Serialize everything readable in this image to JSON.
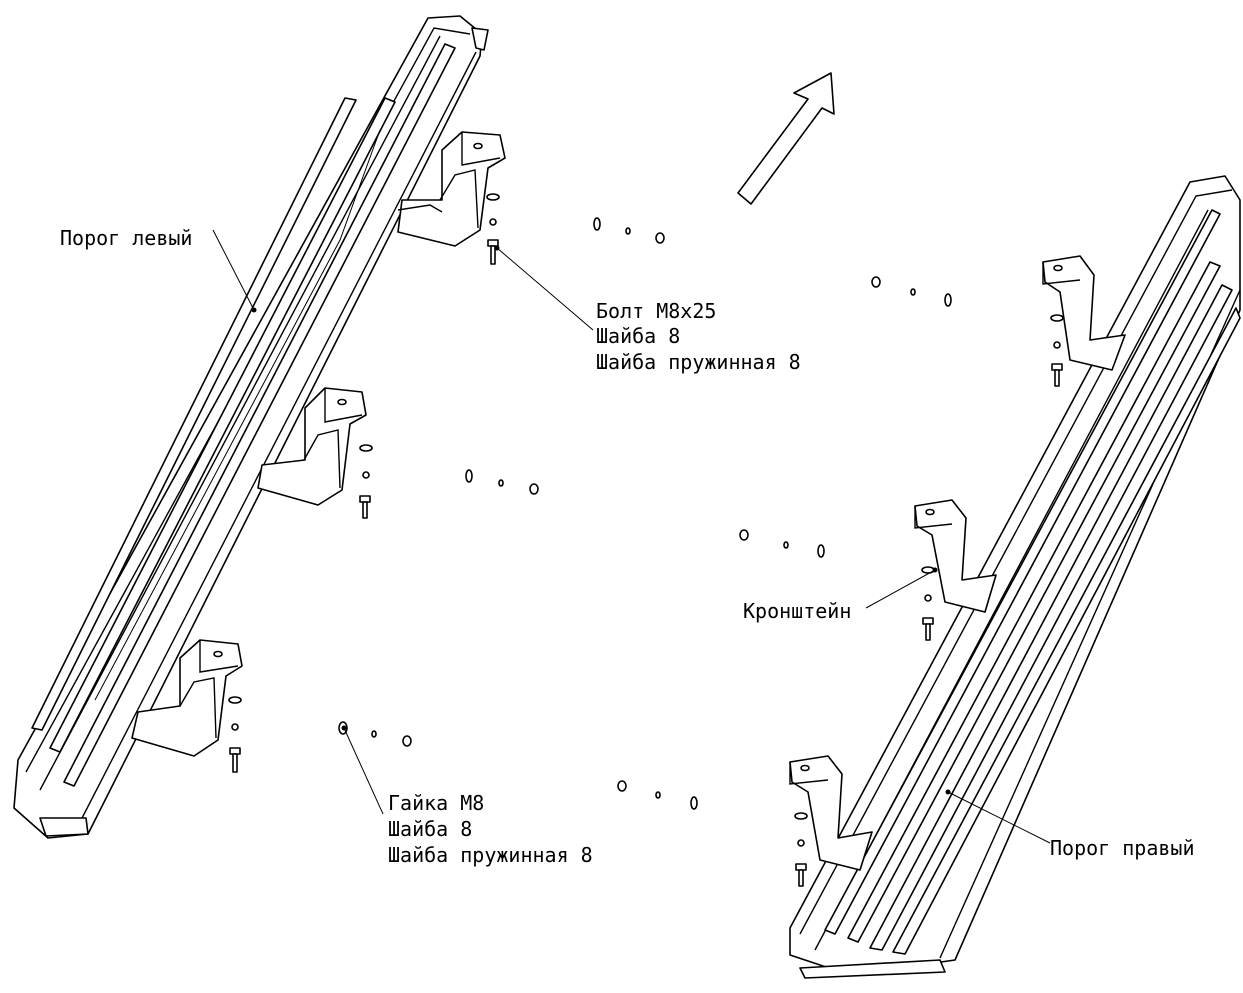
{
  "labels": {
    "left_sill": "Порог левый",
    "bolt_set": [
      "Болт М8х25",
      "Шайба 8",
      "Шайба пружинная 8"
    ],
    "nut_set": [
      "Гайка М8",
      "Шайба 8",
      "Шайба пружинная 8"
    ],
    "bracket": "Кронштейн",
    "right_sill": "Порог правый"
  },
  "colors": {
    "ink": "#000000",
    "paper": "#ffffff"
  },
  "icons": {
    "direction": "arrow-up-right-icon"
  }
}
